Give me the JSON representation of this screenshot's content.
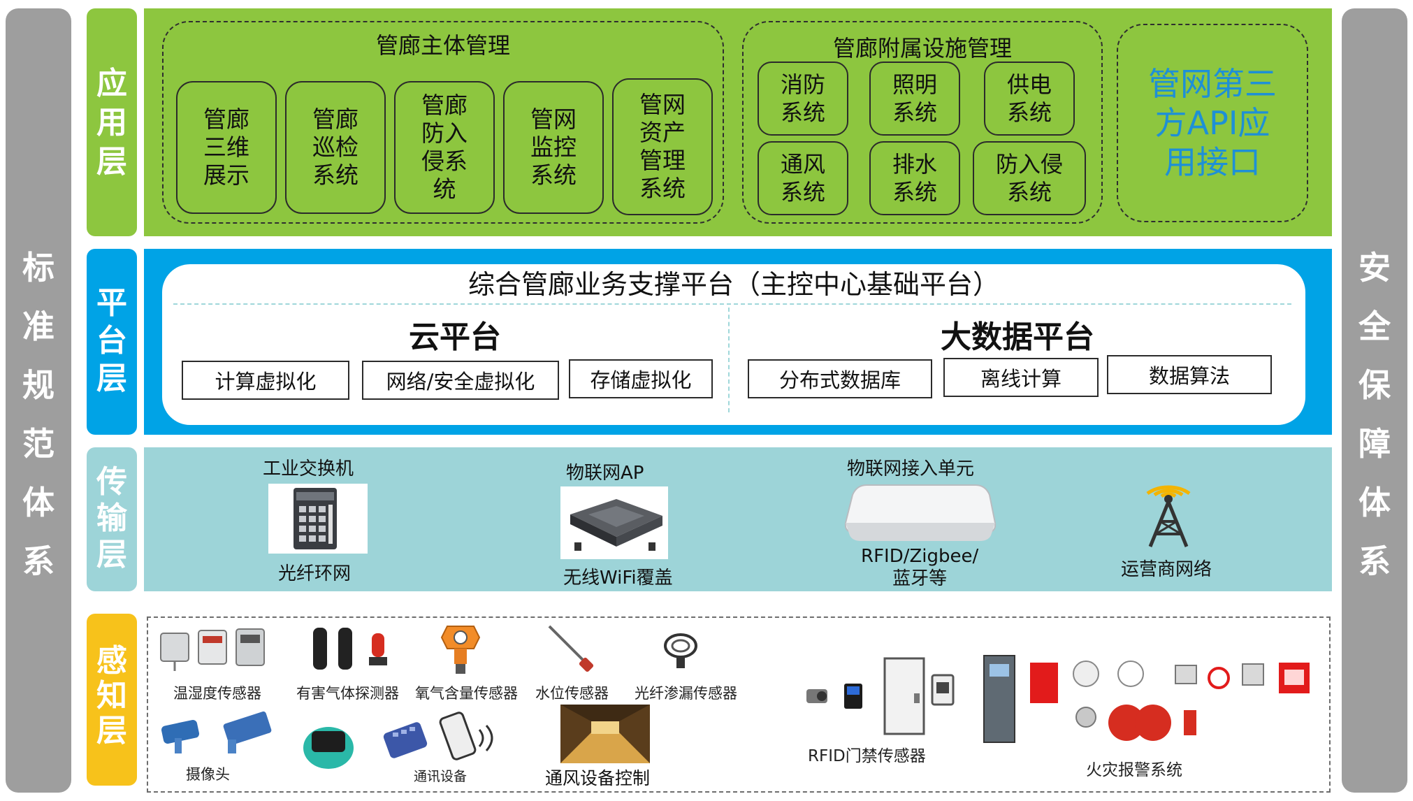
{
  "left_column": {
    "chars": [
      "标",
      "准",
      "规",
      "范",
      "体",
      "系"
    ]
  },
  "right_column": {
    "chars": [
      "安",
      "全",
      "保",
      "障",
      "体",
      "系"
    ]
  },
  "colors": {
    "side_gray": "#9e9e9e",
    "app_green": "#8dc63f",
    "platform_blue": "#00a3e6",
    "transport_teal": "#9dd4d8",
    "sense_yellow": "#f7c21b",
    "api_text_blue": "#1e90d6"
  },
  "application_layer": {
    "label_chars": [
      "应",
      "用",
      "层"
    ],
    "main_group": {
      "title": "管廊主体管理",
      "systems": [
        {
          "lines": [
            "管廊",
            "三维",
            "展示"
          ]
        },
        {
          "lines": [
            "管廊",
            "巡检",
            "系统"
          ]
        },
        {
          "lines": [
            "管廊",
            "防入",
            "侵系",
            "统"
          ]
        },
        {
          "lines": [
            "管网",
            "监控",
            "系统"
          ]
        },
        {
          "lines": [
            "管网",
            "资产",
            "管理",
            "系统"
          ]
        }
      ]
    },
    "aux_group": {
      "title": "管廊附属设施管理",
      "systems": [
        {
          "lines": [
            "消防",
            "系统"
          ]
        },
        {
          "lines": [
            "照明",
            "系统"
          ]
        },
        {
          "lines": [
            "供电",
            "系统"
          ]
        },
        {
          "lines": [
            "通风",
            "系统"
          ]
        },
        {
          "lines": [
            "排水",
            "系统"
          ]
        },
        {
          "lines": [
            "防入侵",
            "系统"
          ]
        }
      ]
    },
    "api_box": {
      "lines": [
        "管网第三",
        "方API应",
        "用接口"
      ]
    }
  },
  "platform_layer": {
    "label_chars": [
      "平",
      "台",
      "层"
    ],
    "title": "综合管廊业务支撑平台（主控中心基础平台）",
    "cloud": {
      "title": "云平台",
      "modules": [
        "计算虚拟化",
        "网络/安全虚拟化",
        "存储虚拟化"
      ]
    },
    "bigdata": {
      "title": "大数据平台",
      "modules": [
        "分布式数据库",
        "离线计算",
        "数据算法"
      ]
    }
  },
  "transport_layer": {
    "label_chars": [
      "传",
      "输",
      "层"
    ],
    "items": [
      {
        "top": "工业交换机",
        "bottom": "光纤环网",
        "icon": "industrial-switch-icon"
      },
      {
        "top": "物联网AP",
        "bottom": "无线WiFi覆盖",
        "icon": "iot-ap-icon"
      },
      {
        "top": "物联网接入单元",
        "bottom_lines": [
          "RFID/Zigbee/",
          "蓝牙等"
        ],
        "icon": "iot-access-unit-icon"
      },
      {
        "bottom": "运营商网络",
        "icon": "signal-tower-icon"
      }
    ]
  },
  "sensing_layer": {
    "label_chars": [
      "感",
      "知",
      "层"
    ],
    "devices": [
      "温湿度传感器",
      "有害气体探测器",
      "氧气含量传感器",
      "水位传感器",
      "光纤渗漏传感器",
      "摄像头",
      "通讯设备",
      "通风设备控制",
      "RFID门禁传感器",
      "火灾报警系统"
    ]
  }
}
